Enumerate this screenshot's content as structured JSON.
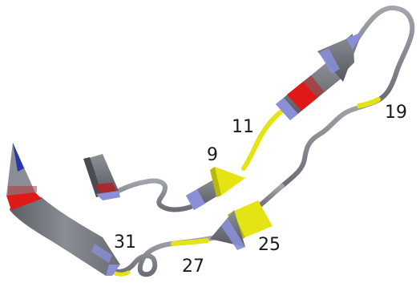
{
  "figure": {
    "labels": {
      "res9": "9",
      "res11": "11",
      "res19": "19",
      "res25": "25",
      "res27": "27",
      "res31": "31"
    },
    "colors": {
      "ribbon": "#6f7278",
      "ribbon_dark": "#4a4c52",
      "coil": "#8a8d94",
      "highlight_yellow": "#e4e414",
      "highlight_red": "#e01818",
      "highlight_blue": "#2a34b0",
      "tint_periwinkle": "#8a8fd8"
    },
    "elements": [
      "beta-strand-left",
      "short-strand-left",
      "beta-strand-middle",
      "beta-strand-top-right",
      "beta-strand-lower-middle",
      "random-coil"
    ]
  }
}
